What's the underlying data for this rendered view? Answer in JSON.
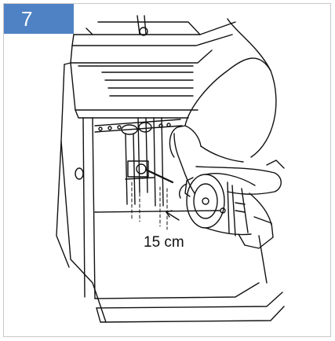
{
  "step": {
    "number": "7",
    "badge_color": "#4e82c4"
  },
  "illustration": {
    "subject": "hand-drilling-hole-in-cabinet-floor",
    "distance_label": "15 cm"
  },
  "colors": {
    "line": "#111111",
    "frame": "#c8c8c8"
  }
}
